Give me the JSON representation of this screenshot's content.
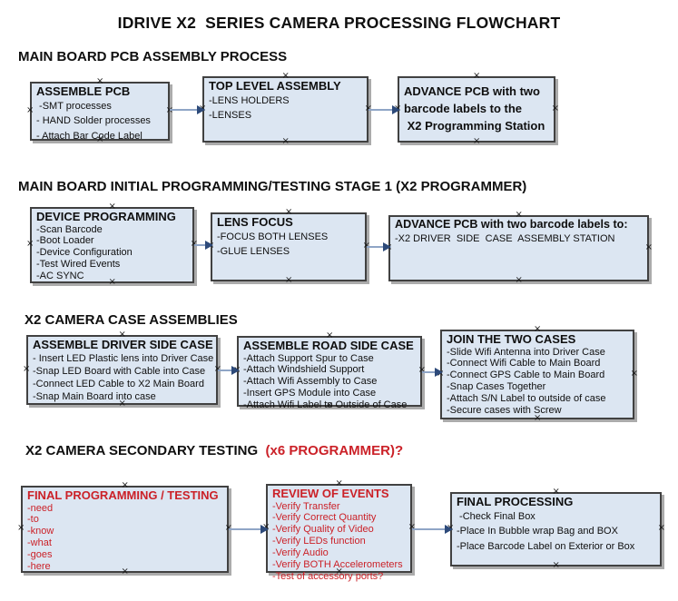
{
  "title": "IDRIVE X2  SERIES CAMERA PROCESSING FLOWCHART",
  "icons": {
    "connection_point": "×"
  },
  "colors": {
    "background": "#ffffff",
    "box_fill": "#dce6f2",
    "box_border": "#414141",
    "box_shadow": "#ababab",
    "arrow_line": "#8fa5c6",
    "arrow_head": "#2d4a7a",
    "accent_red": "#cb2128",
    "text": "#0f0f0f"
  },
  "sections": [
    {
      "heading": "MAIN BOARD PCB ASSEMBLY PROCESS",
      "boxes": [
        {
          "title": "ASSEMBLE PCB",
          "items": [
            " -SMT processes",
            "- HAND Solder processes",
            "- Attach Bar Code Label"
          ]
        },
        {
          "title": "TOP LEVEL ASSEMBLY",
          "items": [
            "-LENS HOLDERS",
            "-LENSES"
          ]
        },
        {
          "title": "ADVANCE PCB with two\nbarcode labels to the\n X2 Programming Station",
          "items": []
        }
      ]
    },
    {
      "heading": "MAIN BOARD INITIAL PROGRAMMING/TESTING STAGE 1 (X2 PROGRAMMER)",
      "boxes": [
        {
          "title": "DEVICE PROGRAMMING",
          "items": [
            "-Scan Barcode",
            "-Boot Loader",
            "-Device Configuration",
            "-Test Wired Events",
            "-AC SYNC"
          ]
        },
        {
          "title": "LENS FOCUS",
          "items": [
            "-FOCUS BOTH LENSES",
            "-GLUE LENSES"
          ]
        },
        {
          "title": "ADVANCE PCB with two barcode labels to:",
          "items": [
            "-X2 DRIVER  SIDE  CASE  ASSEMBLY STATION"
          ]
        }
      ]
    },
    {
      "heading": "X2 CAMERA CASE ASSEMBLIES",
      "boxes": [
        {
          "title": "ASSEMBLE DRIVER SIDE CASE",
          "items": [
            "- Insert LED Plastic lens into Driver Case",
            "-Snap LED Board with Cable into Case",
            "-Connect LED Cable to X2 Main Board",
            "-Snap Main Board into case"
          ]
        },
        {
          "title": "ASSEMBLE ROAD SIDE CASE",
          "items": [
            "-Attach Support Spur to Case",
            "-Attach Windshield Support",
            "-Attach Wifi Assembly to Case",
            "-Insert GPS Module into Case",
            "-Attach Wifi Label to Outside of Case"
          ]
        },
        {
          "title": "JOIN THE TWO CASES",
          "items": [
            "-Slide Wifi Antenna into Driver Case",
            "-Connect Wifi Cable to Main Board",
            "-Connect GPS Cable to Main Board",
            "-Snap Cases Together",
            "-Attach S/N Label to outside of case",
            "-Secure cases with Screw"
          ]
        }
      ]
    },
    {
      "heading": "X2 CAMERA SECONDARY TESTING",
      "heading_suffix": "  (x6 PROGRAMMER)?",
      "boxes": [
        {
          "title": "FINAL PROGRAMMING / TESTING",
          "items": [
            "-need",
            "-to",
            "-know",
            "-what",
            "-goes",
            "-here"
          ]
        },
        {
          "title": "REVIEW OF EVENTS",
          "items": [
            "-Verify Transfer",
            "-Verify Correct Quantity",
            "-Verify Quality of Video",
            "-Verify LEDs function",
            "-Verify Audio",
            "-Verify BOTH Accelerometers",
            "-Test of accessory ports?"
          ]
        },
        {
          "title": "FINAL PROCESSING",
          "items": [
            " -Check Final Box",
            "-Place In Bubble wrap Bag and BOX",
            "-Place Barcode Label on Exterior or Box"
          ]
        }
      ]
    }
  ]
}
